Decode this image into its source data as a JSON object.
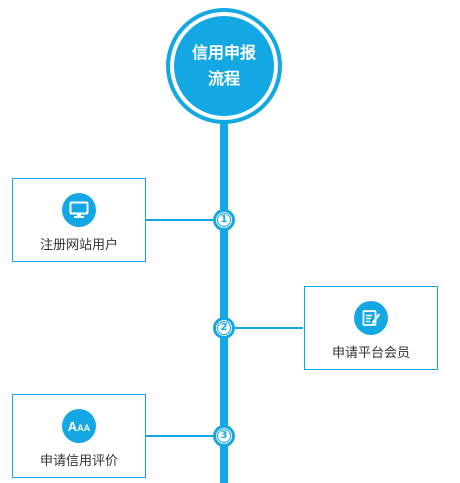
{
  "title": {
    "line1": "信用申报",
    "line2": "流程"
  },
  "steps": [
    {
      "number": "1",
      "label": "注册网站用户",
      "icon": "monitor-icon"
    },
    {
      "number": "2",
      "label": "申请平台会员",
      "icon": "document-edit-icon"
    },
    {
      "number": "3",
      "label": "申请信用评价",
      "icon": "aaa-rating-icon",
      "icon_text_big": "A",
      "icon_text_small": "AA"
    }
  ],
  "colors": {
    "accent": "#13a7e3",
    "text": "#333333",
    "background": "#ffffff"
  }
}
